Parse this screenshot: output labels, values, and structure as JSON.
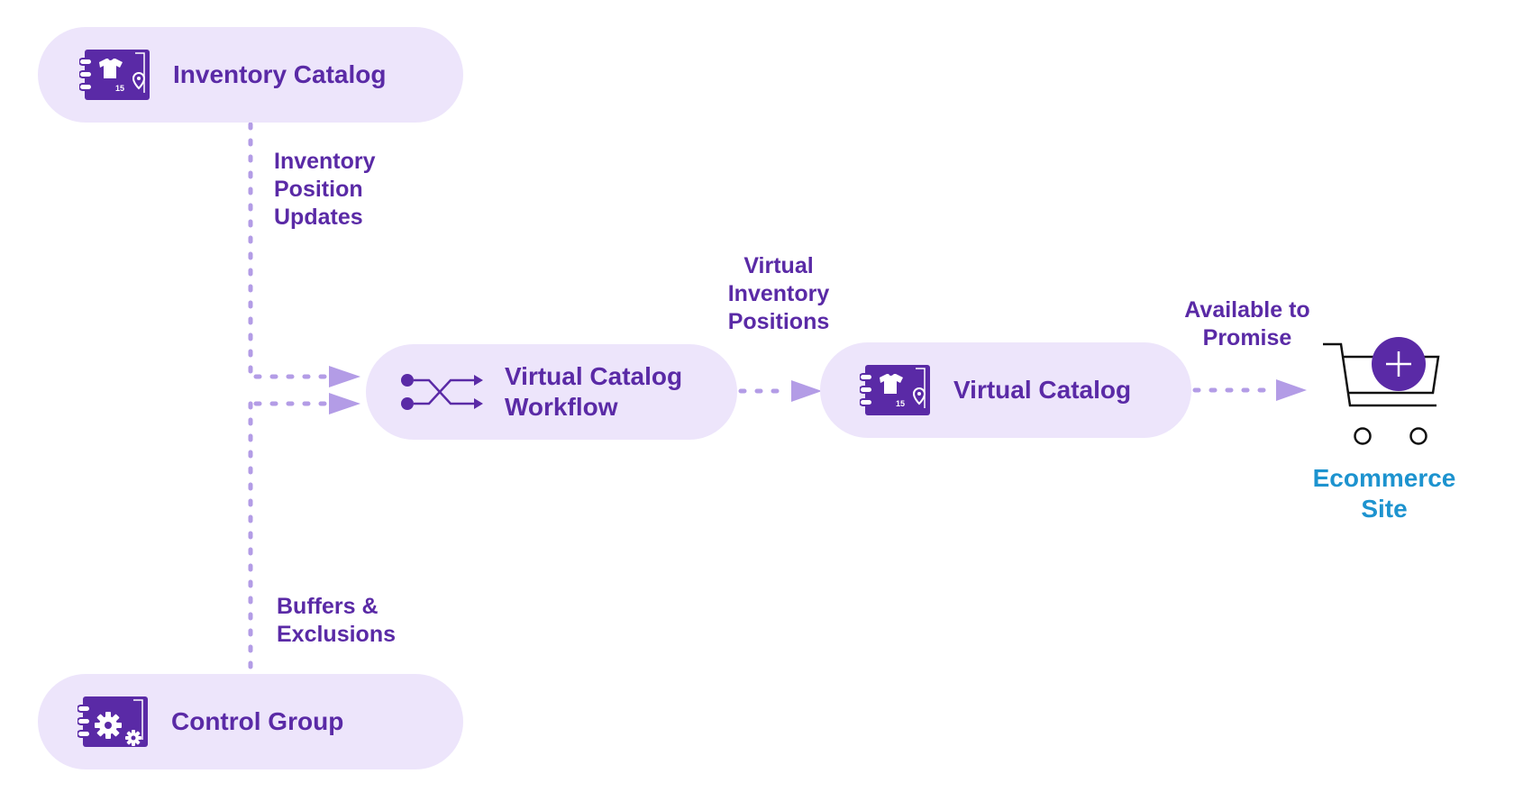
{
  "nodes": {
    "inventory_catalog": {
      "title": "Inventory Catalog",
      "icon": "catalog-icon",
      "badge": "15"
    },
    "control_group": {
      "title": "Control Group",
      "icon": "control-group-icon"
    },
    "workflow": {
      "title": "Virtual Catalog\nWorkflow",
      "icon": "workflow-shuffle-icon"
    },
    "virtual_catalog": {
      "title": "Virtual Catalog",
      "icon": "catalog-icon",
      "badge": "15"
    },
    "ecommerce": {
      "title": "Ecommerce\nSite",
      "icon": "shopping-cart-icon"
    }
  },
  "edges": {
    "inventory_updates": "Inventory\nPosition\nUpdates",
    "buffers": "Buffers &\nExclusions",
    "virtual_positions": "Virtual\nInventory\nPositions",
    "available": "Available to\nPromise"
  },
  "colors": {
    "pill_bg": "#ede5fb",
    "primary": "#5a2aa6",
    "accent_dots": "#b39ce6",
    "ecommerce_text": "#1d93cf",
    "cart_circle": "#5a2aa6"
  }
}
